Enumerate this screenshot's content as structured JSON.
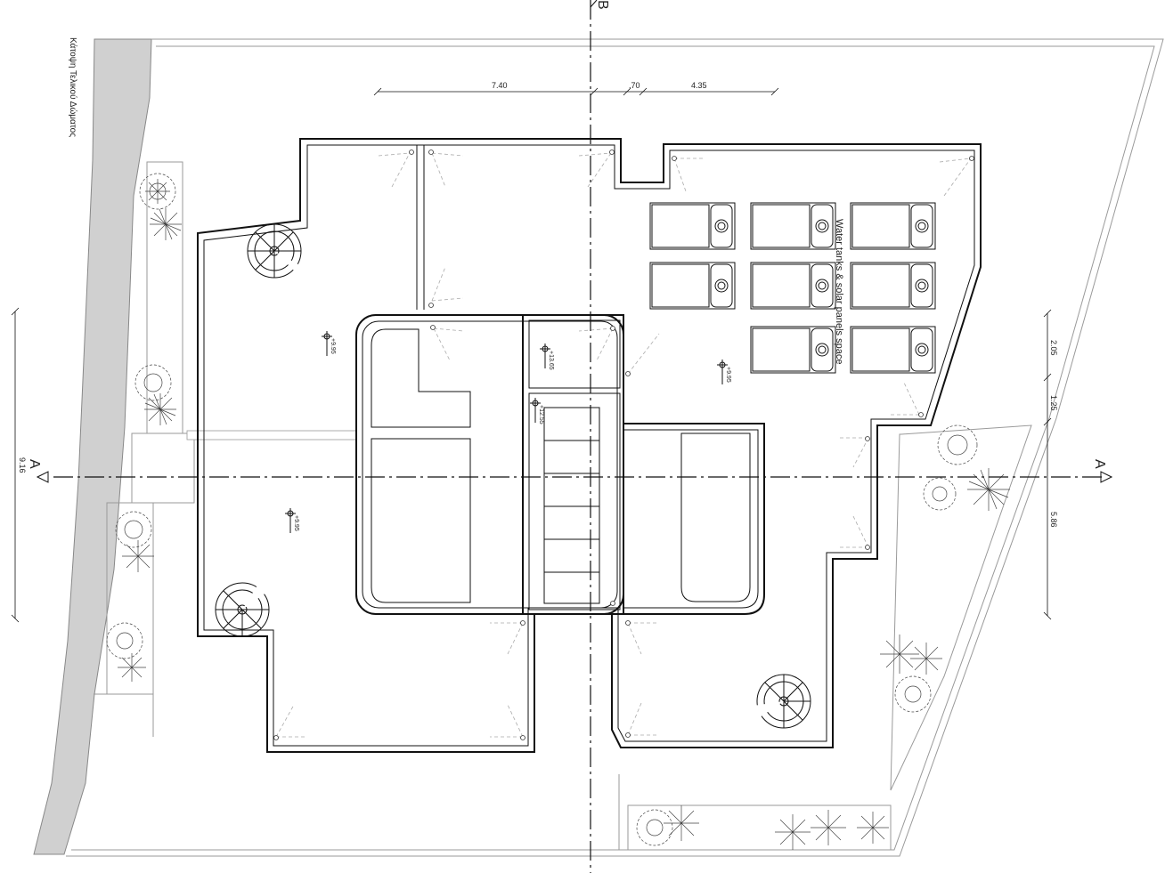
{
  "plan": {
    "street_label": "Κάτοψη Τελικού Δώματος",
    "equipment_label": "Water tanks & solar panels  space",
    "section_marks": {
      "left": "A",
      "right": "A",
      "top": "B"
    },
    "top_dimensions": [
      "7.40",
      ".70",
      "4.35"
    ],
    "left_dimension": "9.16",
    "right_dimensions": [
      "2.05",
      "1.25",
      "5.86"
    ],
    "levels": {
      "roof_west": "+9.95",
      "roof_southwest": "+9.95",
      "roof_east": "+9.95",
      "stair_core": "+13.65",
      "skylight": "+12.55"
    }
  }
}
